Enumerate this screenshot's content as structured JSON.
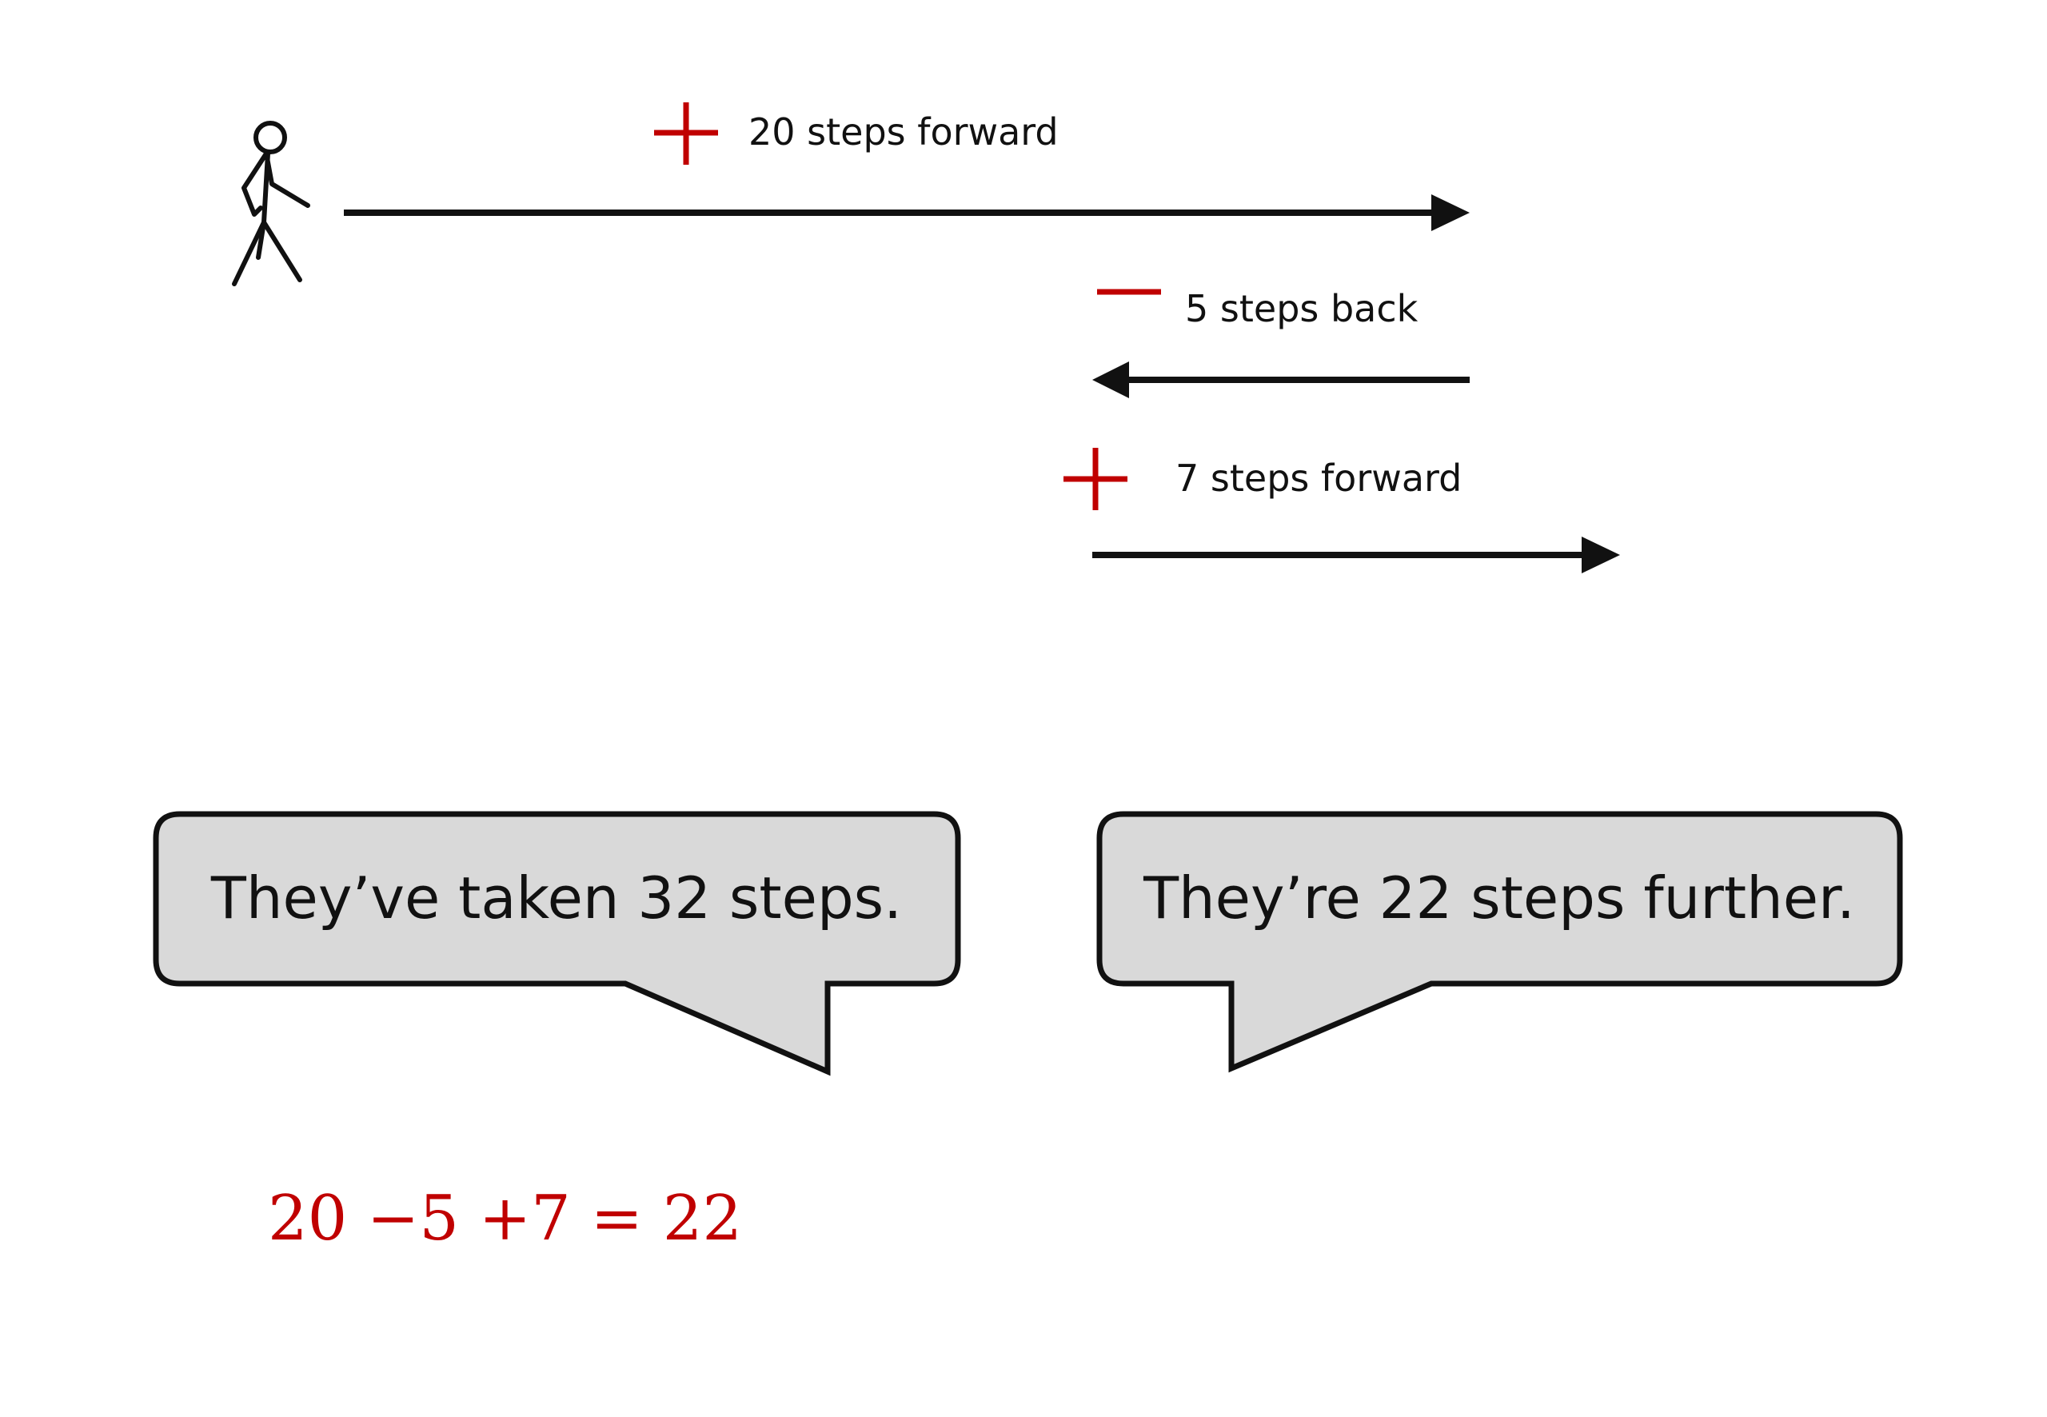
{
  "steps": [
    {
      "sign": "+",
      "label": "20 steps forward",
      "direction": "forward"
    },
    {
      "sign": "−",
      "label": "5 steps back",
      "direction": "back"
    },
    {
      "sign": "+",
      "label": "7 steps forward",
      "direction": "forward"
    }
  ],
  "bubbles": [
    {
      "text": "They’ve taken 32 steps."
    },
    {
      "text": "They’re 22 steps further."
    }
  ],
  "equation": "20 −5 +7 = 22",
  "colors": {
    "sign": "#c00000",
    "equation": "#c00000",
    "arrow": "#111111",
    "bubble_fill": "#d9d9d9",
    "bubble_stroke": "#111111"
  }
}
